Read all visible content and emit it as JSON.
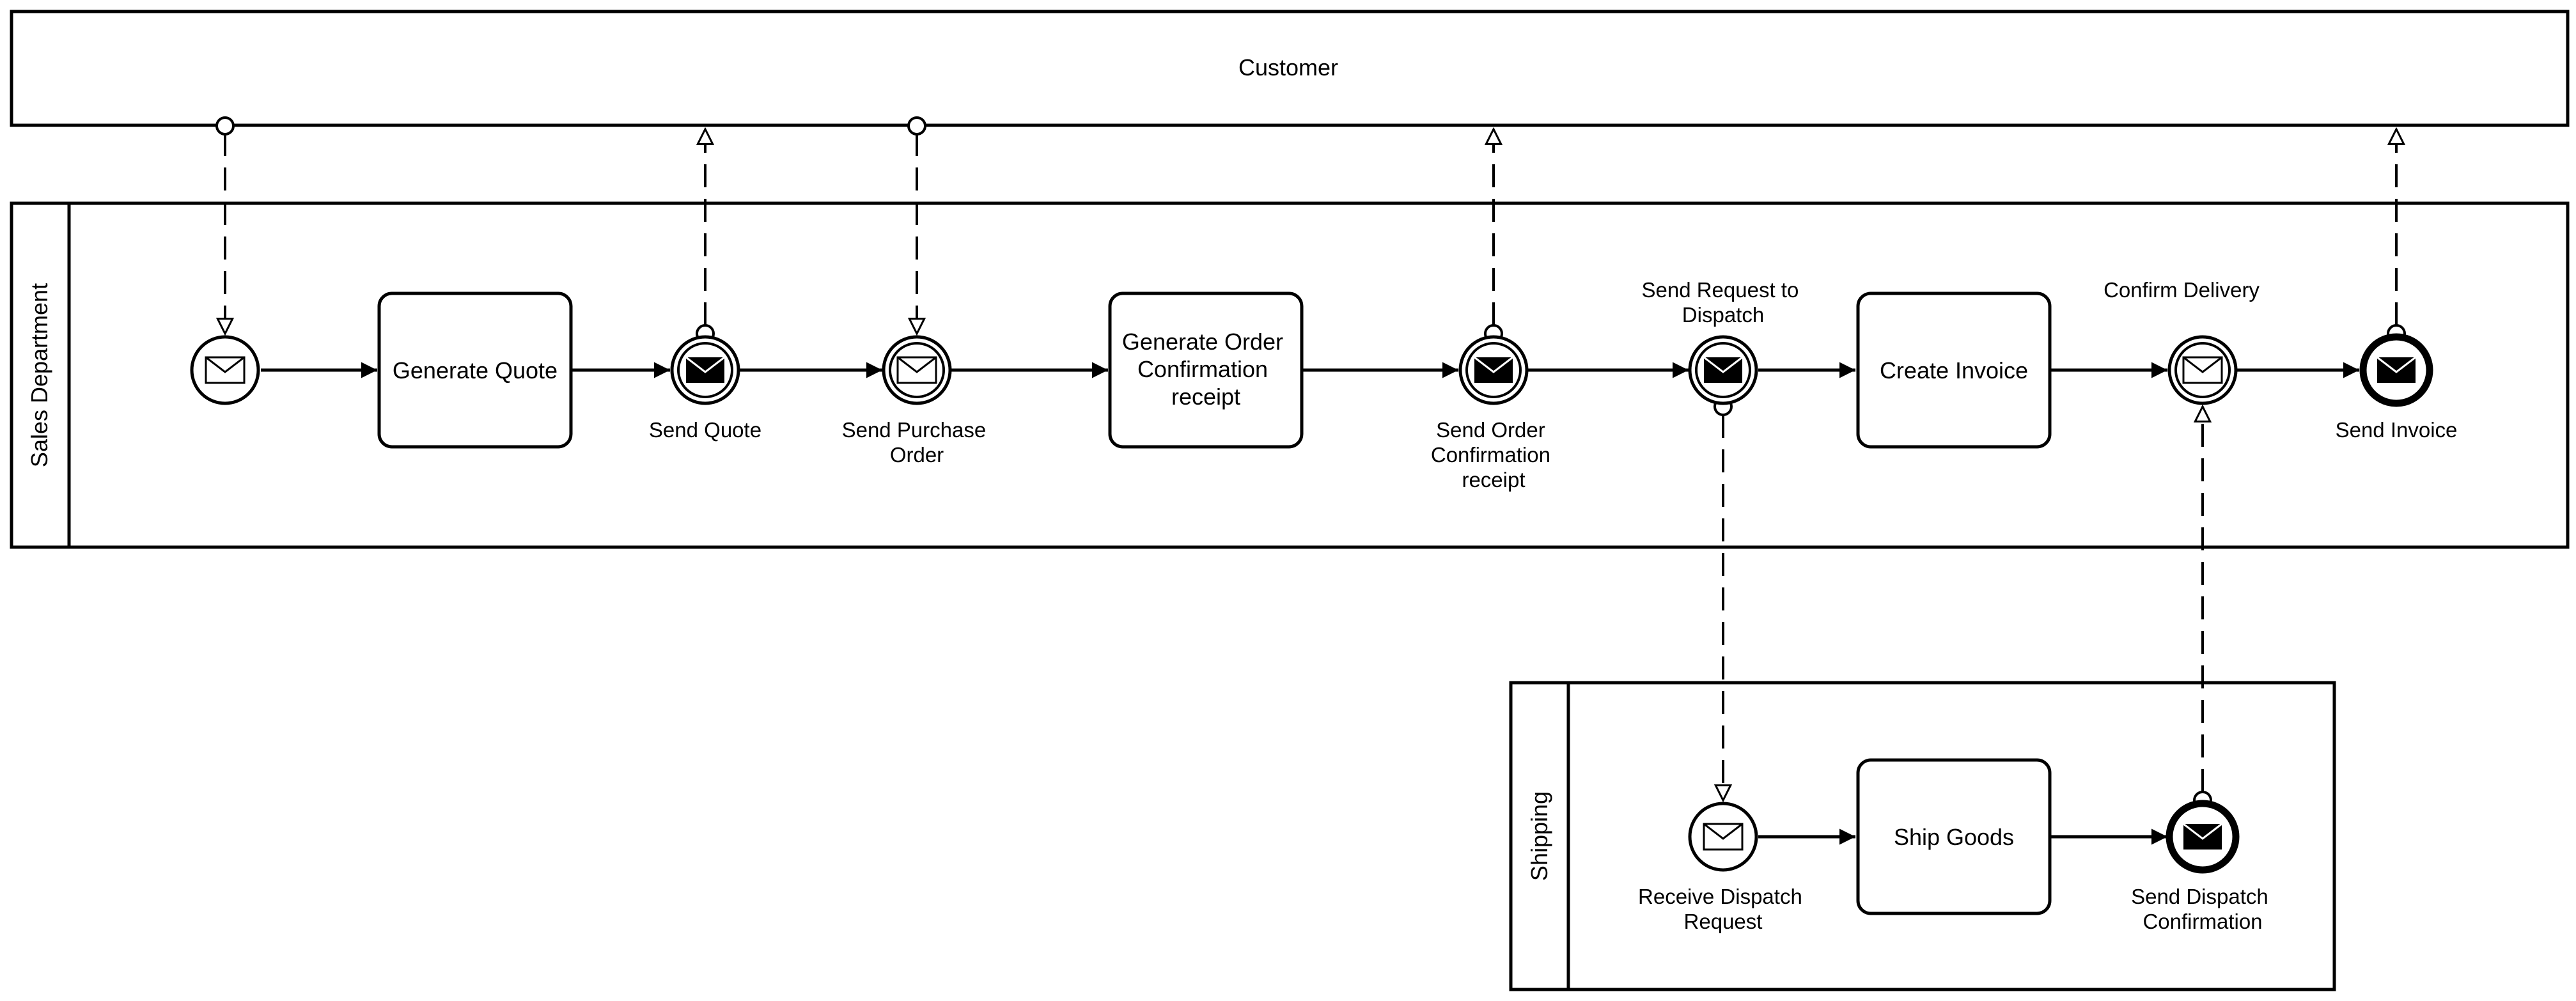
{
  "pools": {
    "customer": {
      "name": "Customer"
    },
    "sales": {
      "name": "Sales Department"
    },
    "shipping": {
      "name": "Shipping"
    }
  },
  "tasks": {
    "generate_quote": [
      "Generate Quote"
    ],
    "generate_order": [
      "Generate Order",
      "Confirmation",
      "receipt"
    ],
    "create_invoice": [
      "Create Invoice"
    ],
    "ship_goods": [
      "Ship Goods"
    ]
  },
  "events": {
    "send_quote": [
      "Send Quote"
    ],
    "send_purchase_order": [
      "Send Purchase",
      "Order"
    ],
    "send_order_confirmation": [
      "Send Order",
      "Confirmation",
      "receipt"
    ],
    "send_request_to_dispatch": [
      "Send Request to",
      "Dispatch"
    ],
    "confirm_delivery": [
      "Confirm Delivery"
    ],
    "send_invoice": [
      "Send Invoice"
    ],
    "receive_dispatch_request": [
      "Receive Dispatch",
      "Request"
    ],
    "send_dispatch_confirmation": [
      "Send Dispatch",
      "Confirmation"
    ]
  },
  "colors": {
    "stroke": "#000000",
    "background": "#ffffff"
  },
  "icons": {
    "message_event": "envelope-icon",
    "message_event_filled": "filled-envelope-icon"
  }
}
